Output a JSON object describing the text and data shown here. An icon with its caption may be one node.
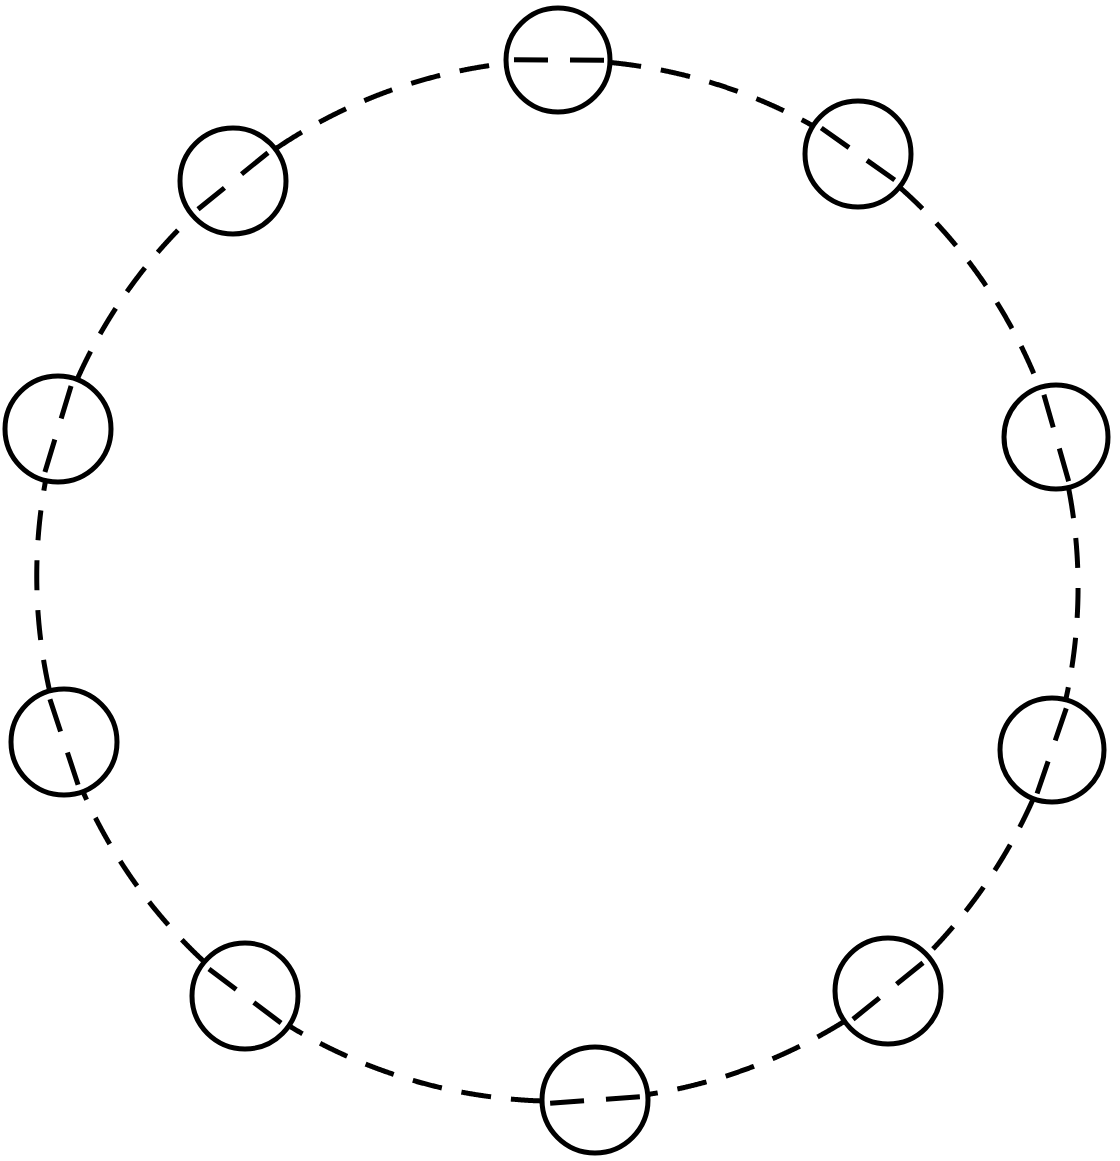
{
  "diagram": {
    "nodes": [
      {
        "text": [],
        "shape": "circle"
      },
      {
        "text": [],
        "shape": "circle"
      },
      {
        "text": [],
        "shape": "circle"
      },
      {
        "text": [],
        "shape": "circle"
      },
      {
        "text": [],
        "shape": "circle"
      },
      {
        "text": [],
        "shape": "circle"
      },
      {
        "text": [],
        "shape": "circle"
      },
      {
        "text": [],
        "shape": "circle"
      },
      {
        "text": [],
        "shape": "circle"
      },
      {
        "text": [],
        "shape": "circle"
      }
    ],
    "edges": [
      {
        "from": 0,
        "to": 1,
        "arrow": "none",
        "style": "dashed"
      },
      {
        "from": 1,
        "to": 2,
        "arrow": "none",
        "style": "dashed"
      },
      {
        "from": 2,
        "to": 3,
        "arrow": "none",
        "style": "dashed"
      },
      {
        "from": 3,
        "to": 4,
        "arrow": "none",
        "style": "dashed"
      },
      {
        "from": 4,
        "to": 5,
        "arrow": "none",
        "style": "dashed"
      },
      {
        "from": 5,
        "to": 6,
        "arrow": "none",
        "style": "dashed"
      },
      {
        "from": 6,
        "to": 7,
        "arrow": "none",
        "style": "dashed"
      },
      {
        "from": 7,
        "to": 8,
        "arrow": "none",
        "style": "dashed"
      },
      {
        "from": 8,
        "to": 9,
        "arrow": "none",
        "style": "dashed"
      },
      {
        "from": 9,
        "to": 0,
        "arrow": "none",
        "style": "dashed"
      }
    ]
  }
}
